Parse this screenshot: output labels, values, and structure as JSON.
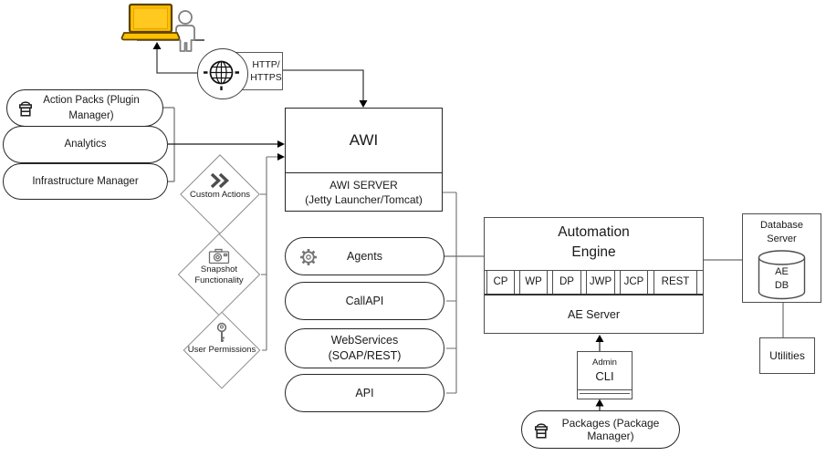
{
  "internet": {
    "line1": "HTTP/",
    "line2": "HTTPS"
  },
  "modules": {
    "action_packs": "Action Packs (Plugin Manager)",
    "analytics": "Analytics",
    "infrastructure": "Infrastructure Manager"
  },
  "features": {
    "custom_actions": "Custom Actions",
    "snapshot": "Snapshot Functionality",
    "permissions": "User Permissions"
  },
  "awi": {
    "title": "AWI",
    "server1": "AWI SERVER",
    "server2": "(Jetty Launcher/Tomcat)"
  },
  "interfaces": {
    "agents": "Agents",
    "callapi": "CallAPI",
    "webservices": "WebServices (SOAP/REST)",
    "api": "API"
  },
  "ae": {
    "title1": "Automation",
    "title2": "Engine",
    "processes": [
      "CP",
      "WP",
      "DP",
      "JWP",
      "JCP",
      "REST"
    ],
    "server": "AE Server"
  },
  "db": {
    "title1": "Database",
    "title2": "Server",
    "name1": "AE",
    "name2": "DB"
  },
  "utilities": {
    "label": "Utilities"
  },
  "admin": {
    "line1": "Admin",
    "line2": "CLI"
  },
  "packages": {
    "label": "Packages (Package Manager)"
  },
  "colors": {
    "laptop_fill": "#FFC000",
    "box_border": "#4d4d4d",
    "stadium_border": "#262626",
    "connector": "#6e6e6e",
    "text": "#1a1a1a"
  }
}
